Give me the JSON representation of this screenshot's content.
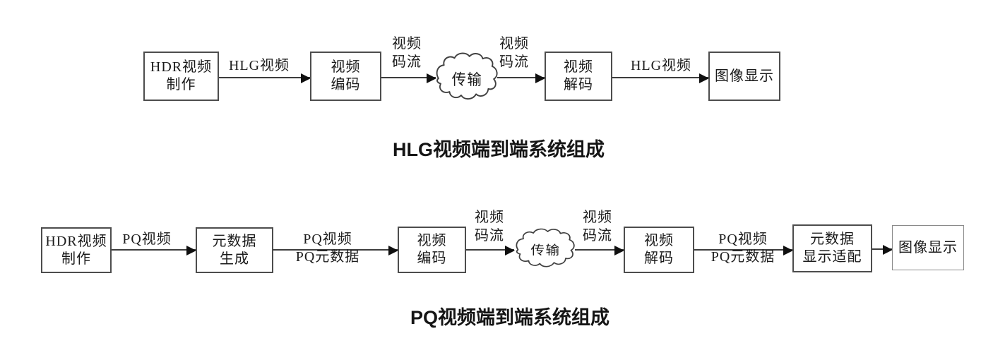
{
  "hlg": {
    "caption": "HLG视频端到端系统组成",
    "boxes": {
      "production": {
        "line1": "HDR视频",
        "line2": "制作"
      },
      "encode": {
        "line1": "视频",
        "line2": "编码"
      },
      "transmission": "传输",
      "decode": {
        "line1": "视频",
        "line2": "解码"
      },
      "display": "图像显示"
    },
    "labels": {
      "source_video": "HLG视频",
      "bitstream_in": {
        "line1": "视频",
        "line2": "码流"
      },
      "bitstream_out": {
        "line1": "视频",
        "line2": "码流"
      },
      "output_video": "HLG视频"
    }
  },
  "pq": {
    "caption": "PQ视频端到端系统组成",
    "boxes": {
      "production": {
        "line1": "HDR视频",
        "line2": "制作"
      },
      "metadata_generation": {
        "line1": "元数据",
        "line2": "生成"
      },
      "encode": {
        "line1": "视频",
        "line2": "编码"
      },
      "transmission": "传输",
      "decode": {
        "line1": "视频",
        "line2": "解码"
      },
      "metadata_display_adaptation": {
        "line1": "元数据",
        "line2": "显示适配"
      },
      "display": "图像显示"
    },
    "labels": {
      "source_video": "PQ视频",
      "video_and_metadata_in": {
        "line1": "PQ视频",
        "line2": "PQ元数据"
      },
      "bitstream_in": {
        "line1": "视频",
        "line2": "码流"
      },
      "bitstream_out": {
        "line1": "视频",
        "line2": "码流"
      },
      "video_and_metadata_out": {
        "line1": "PQ视频",
        "line2": "PQ元数据"
      }
    }
  },
  "colors": {
    "background": "#ffffff",
    "box_border": "#4d4d4d",
    "line": "#3d3d3d",
    "arrowhead": "#101010",
    "text": "#1a1a1a"
  }
}
